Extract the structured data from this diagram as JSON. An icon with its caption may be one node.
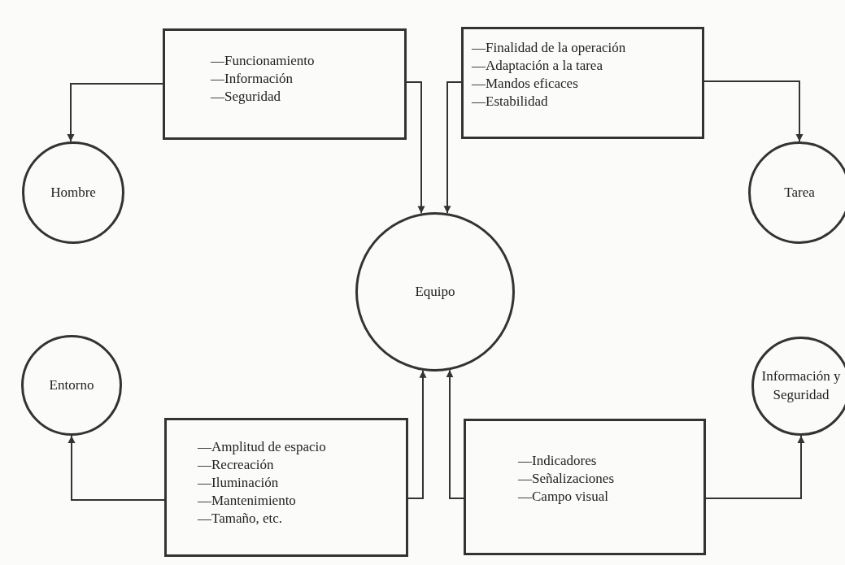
{
  "diagram": {
    "nodes": [
      {
        "text": [
          "—Funcionamiento",
          "—Información",
          "—Seguridad"
        ]
      },
      {
        "text": [
          "—Finalidad de la operación",
          "—Adaptación a la tarea",
          "—Mandos eficaces",
          "—Estabilidad"
        ]
      },
      {
        "text": [
          "Hombre"
        ]
      },
      {
        "text": [
          "Tarea"
        ]
      },
      {
        "text": [
          "Equipo"
        ]
      },
      {
        "text": [
          "Entorno"
        ]
      },
      {
        "text": [
          "Información y Seguridad"
        ]
      },
      {
        "text": [
          "—Amplitud de espacio",
          "—Recreación",
          "—Iluminación",
          "—Mantenimiento",
          "—Tamaño, etc."
        ]
      },
      {
        "text": [
          "—Indicadores",
          "—Señalizaciones",
          "—Campo visual"
        ]
      }
    ],
    "edges": [
      {
        "from": 0,
        "to": 2,
        "arrow": "to"
      },
      {
        "from": 0,
        "to": 4,
        "arrow": "to"
      },
      {
        "from": 1,
        "to": 4,
        "arrow": "to"
      },
      {
        "from": 1,
        "to": 3,
        "arrow": "to"
      },
      {
        "from": 7,
        "to": 5,
        "arrow": "to"
      },
      {
        "from": 7,
        "to": 4,
        "arrow": "to"
      },
      {
        "from": 8,
        "to": 4,
        "arrow": "to"
      },
      {
        "from": 8,
        "to": 6,
        "arrow": "to"
      }
    ]
  }
}
